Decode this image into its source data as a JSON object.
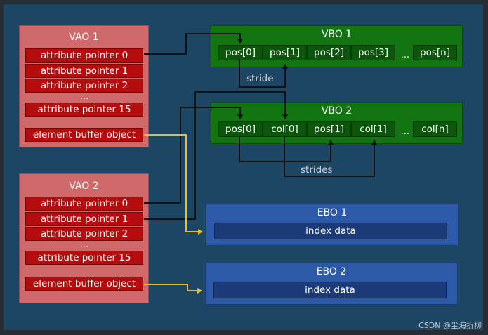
{
  "vao1": {
    "title": "VAO 1",
    "rows": [
      "attribute pointer 0",
      "attribute pointer 1",
      "attribute pointer 2"
    ],
    "ellipsis": "...",
    "last_row": "attribute pointer 15",
    "ebo_row": "element buffer object"
  },
  "vao2": {
    "title": "VAO 2",
    "rows": [
      "attribute pointer 0",
      "attribute pointer 1",
      "attribute pointer 2"
    ],
    "ellipsis": "...",
    "last_row": "attribute pointer 15",
    "ebo_row": "element buffer object"
  },
  "vbo1": {
    "title": "VBO 1",
    "cells": [
      "pos[0]",
      "pos[1]",
      "pos[2]",
      "pos[3]"
    ],
    "ellipsis": "...",
    "last_cell": "pos[n]",
    "note": "stride"
  },
  "vbo2": {
    "title": "VBO 2",
    "cells": [
      "pos[0]",
      "col[0]",
      "pos[1]",
      "col[1]"
    ],
    "ellipsis": "...",
    "last_cell": "col[n]",
    "note": "strides"
  },
  "ebo1": {
    "title": "EBO 1",
    "content": "index data"
  },
  "ebo2": {
    "title": "EBO 2",
    "content": "index data"
  },
  "colors": {
    "background": "#1d4664",
    "vao": "#d06a6a",
    "vao_row": "#b50d0d",
    "vbo": "#127512",
    "vbo_cell": "#0b560b",
    "ebo": "#2c59a8",
    "ebo_inner": "#1d3a78",
    "pointer_wire": "#111111",
    "ebo_wire": "#e6c027"
  },
  "credit": "CSDN @尘海折柳"
}
